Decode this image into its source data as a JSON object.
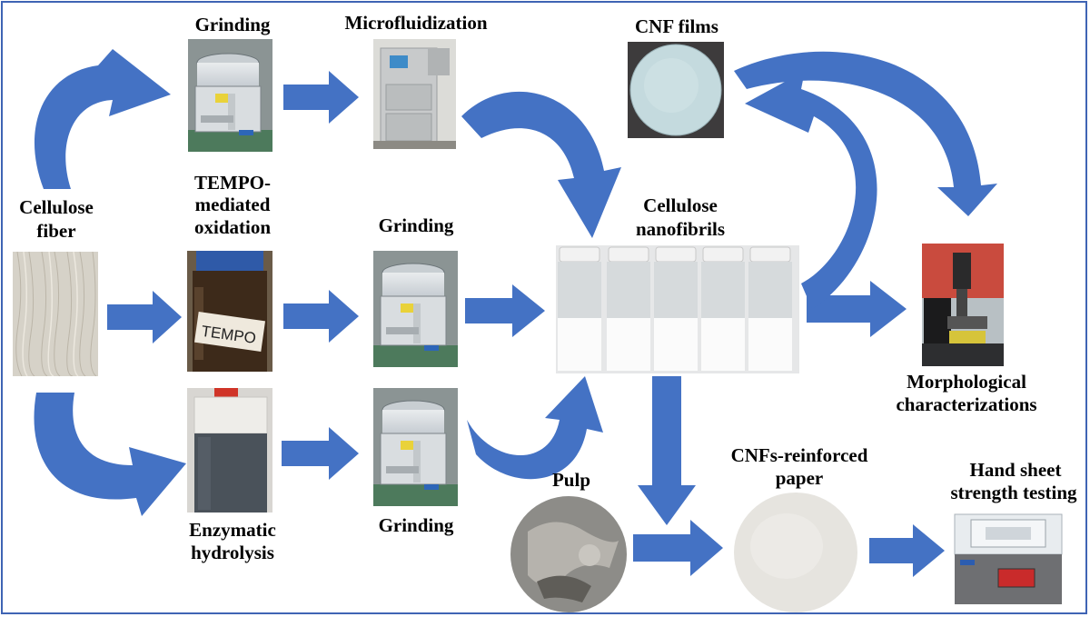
{
  "labels": {
    "grinding_top": "Grinding",
    "microfluidization": "Microfluidization",
    "cnf_films": "CNF films",
    "cellulose_fiber_1": "Cellulose",
    "cellulose_fiber_2": "fiber",
    "tempo_1": "TEMPO-",
    "tempo_2": "mediated",
    "tempo_3": "oxidation",
    "grinding_mid": "Grinding",
    "cnf_1": "Cellulose",
    "cnf_2": "nanofibrils",
    "morph_1": "Morphological",
    "morph_2": "characterizations",
    "enzymatic_1": "Enzymatic",
    "enzymatic_2": "hydrolysis",
    "grinding_bottom": "Grinding",
    "pulp": "Pulp",
    "reinforced_1": "CNFs-reinforced",
    "reinforced_2": "paper",
    "handsheet_1": "Hand sheet",
    "handsheet_2": "strength testing",
    "tempo_bottle_text": "TEMPO"
  },
  "colors": {
    "arrow": "#4472c4",
    "frame": "#3f64b4"
  }
}
